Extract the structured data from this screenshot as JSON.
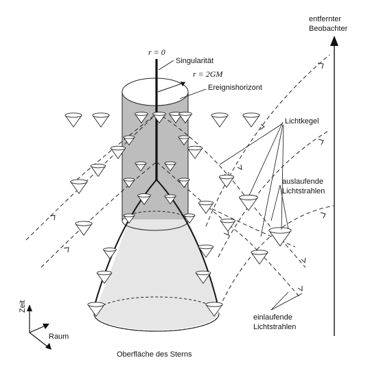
{
  "labels": {
    "r0": "r = 0",
    "singularity": "Singularität",
    "r2gm": "r = 2GM",
    "horizon": "Ereignishorizont",
    "observer_line1": "entfernter",
    "observer_line2": "Beobachter",
    "lightcones": "Lichtkegel",
    "outgoing_line1": "auslaufende",
    "outgoing_line2": "Lichtstrahlen",
    "incoming_line1": "einlaufende",
    "incoming_line2": "Lichtstrahlen",
    "surface": "Oberfläche des Sterns",
    "axis_time": "Zeit",
    "axis_space": "Raum"
  },
  "colors": {
    "horizon_fill": "#bdbdbd",
    "star_fill": "#e6e6e6",
    "stroke": "#111111"
  }
}
